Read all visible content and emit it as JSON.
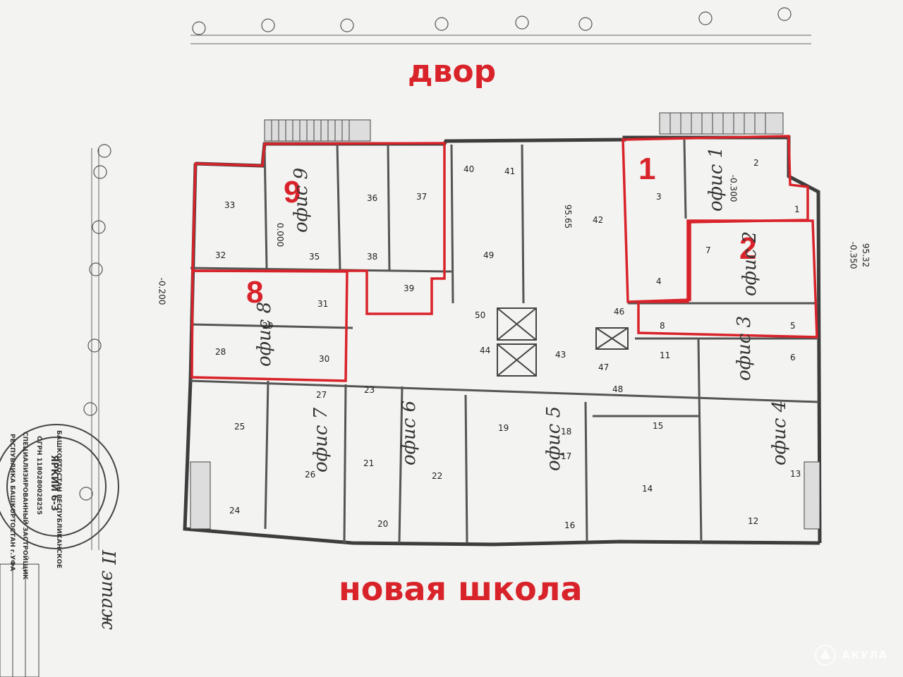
{
  "labels": {
    "yard": "двор",
    "school": "новая школа",
    "office_1": "1",
    "office_2": "2",
    "office_8": "8",
    "office_9": "9"
  },
  "handwriting": {
    "office_1": "офис 1",
    "office_2": "офис 2",
    "office_3": "офис 3",
    "office_4": "офис 4",
    "office_5": "офис 5",
    "office_6": "офис 6",
    "office_7": "офис 7",
    "office_8": "офис 8",
    "office_9": "офис 9",
    "floor": "II этаж"
  },
  "rooms": {
    "r1": "1",
    "r2": "2",
    "r3": "3",
    "r4": "4",
    "r5": "5",
    "r6": "6",
    "r7": "7",
    "r8": "8",
    "r11": "11",
    "r12": "12",
    "r13": "13",
    "r14": "14",
    "r15": "15",
    "r16": "16",
    "r17": "17",
    "r18": "18",
    "r19": "19",
    "r20": "20",
    "r21": "21",
    "r22": "22",
    "r23": "23",
    "r24": "24",
    "r25": "25",
    "r26": "26",
    "r27": "27",
    "r28": "28",
    "r29": "29",
    "r30": "30",
    "r31": "31",
    "r32": "32",
    "r33": "33",
    "r35": "35",
    "r36": "36",
    "r37": "37",
    "r38": "38",
    "r39": "39",
    "r40": "40",
    "r41": "41",
    "r42": "42",
    "r43": "43",
    "r44": "44",
    "r46": "46",
    "r47": "47",
    "r48": "48",
    "r49": "49",
    "r50": "50"
  },
  "levels": {
    "l1": "-0.300",
    "l2": "0.000",
    "l3": "-0.350",
    "l4": "95.32",
    "l5": "95.65",
    "l6": "-0.200"
  },
  "stamp": {
    "line1": "БАШКОРТОСТАН РЕСПУБЛИКАНСКОЕ",
    "line2": "ЯРКИЙ 6-3",
    "line3": "ОГРН 1180280028255",
    "line4": "СПЕЦИАЛИЗИРОВАННЫЙ ЗАСТРОЙЩИК",
    "line5": "РЕСПУБЛИКА БАШКОРТОСТАН г.УФА"
  },
  "watermark": {
    "text": "АКУЛА",
    "icon": "shark-fin-icon"
  },
  "colors": {
    "highlight": "#d9232a",
    "line": "#4a4a4a",
    "paper": "#f3f3f1"
  }
}
